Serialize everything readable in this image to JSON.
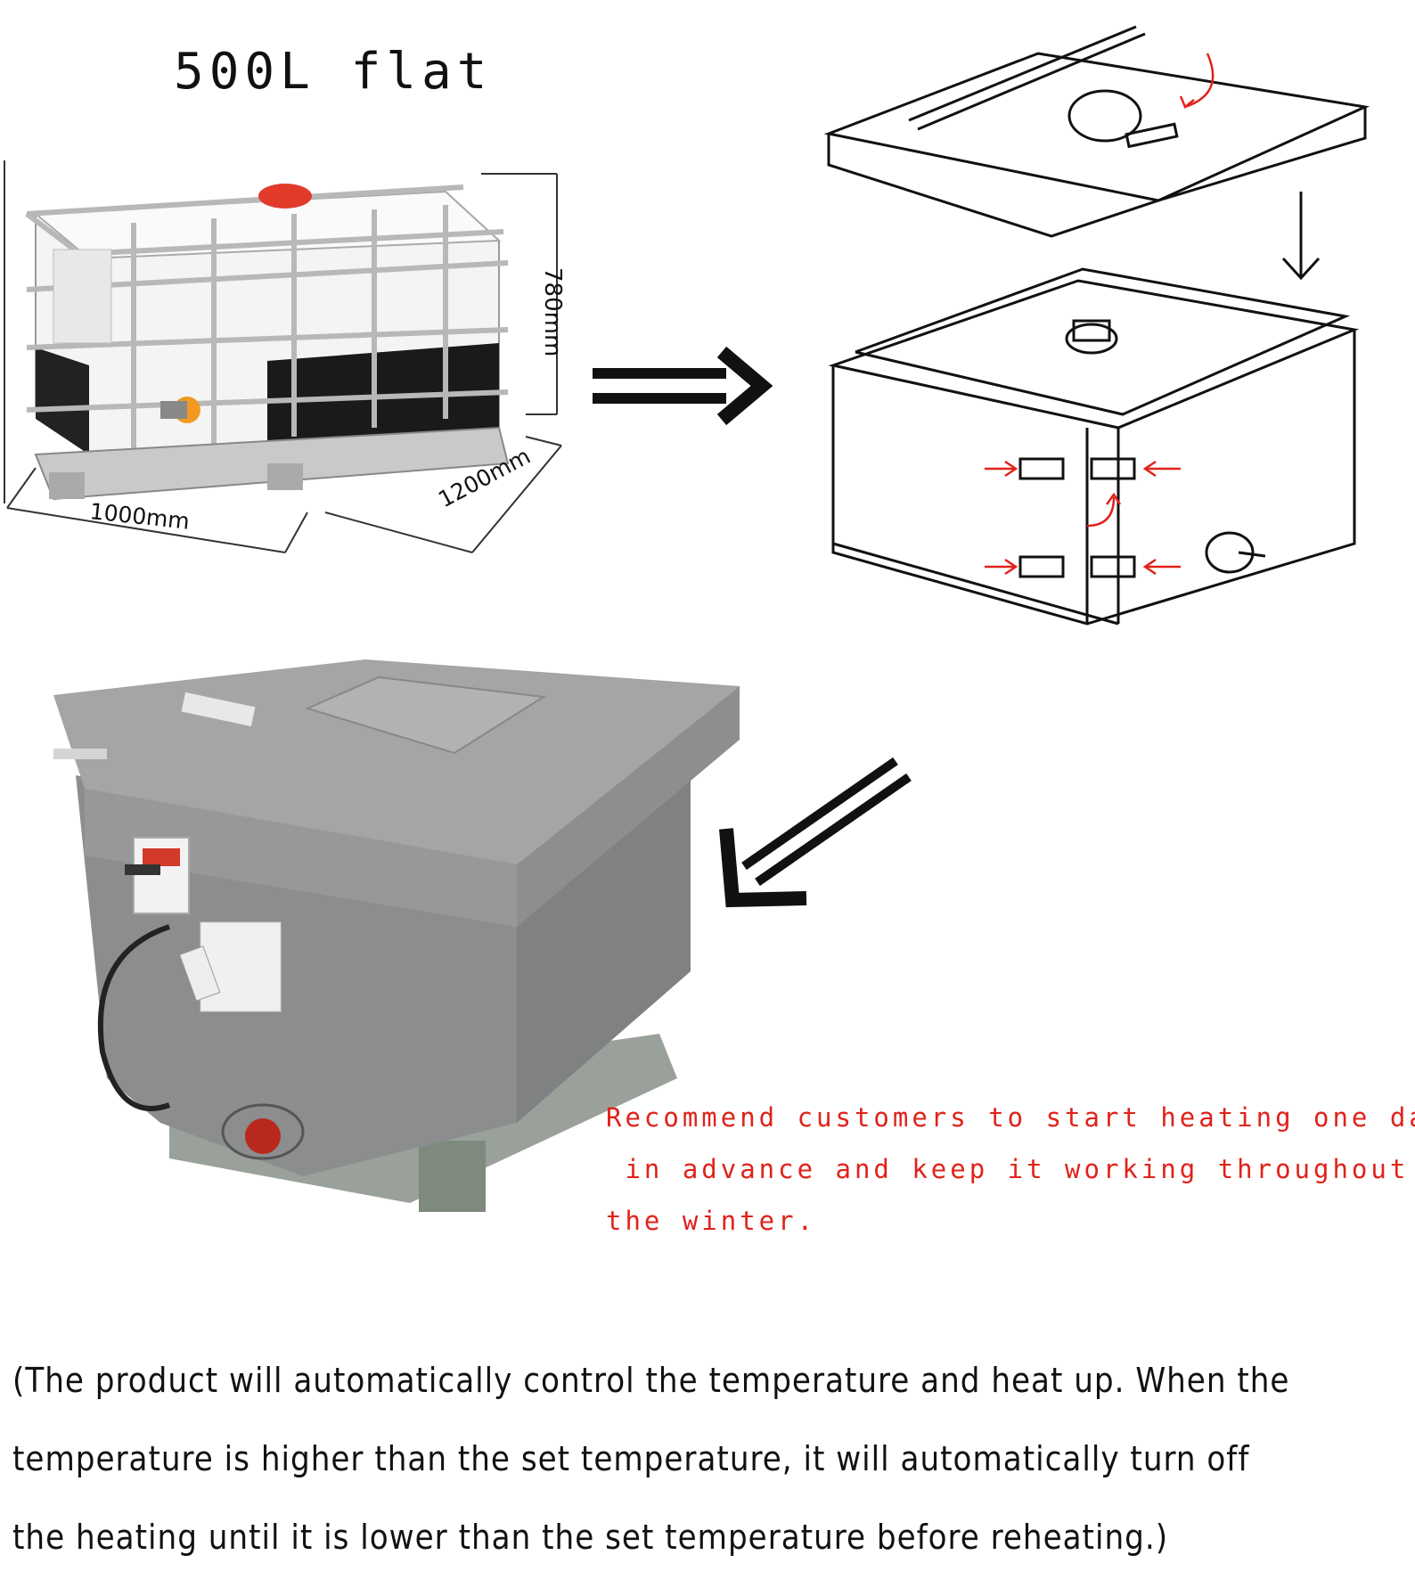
{
  "title": "500L flat",
  "dimensions": {
    "height": "780mm",
    "width": "1000mm",
    "depth": "1200mm"
  },
  "note_red": {
    "line1": "Recommend customers to start heating one day",
    "line2": " in advance and keep it working throughout",
    "line3": "the winter."
  },
  "note_bottom": {
    "line1": "(The product will automatically control the temperature and heat up. When the",
    "line2": "temperature is higher than the set temperature, it will automatically turn off",
    "line3": "the heating until it is lower than the set temperature before reheating.)"
  },
  "colors": {
    "red_text": "#e0221a",
    "cover_gray": "#8e9092",
    "arrow": "#111111"
  }
}
